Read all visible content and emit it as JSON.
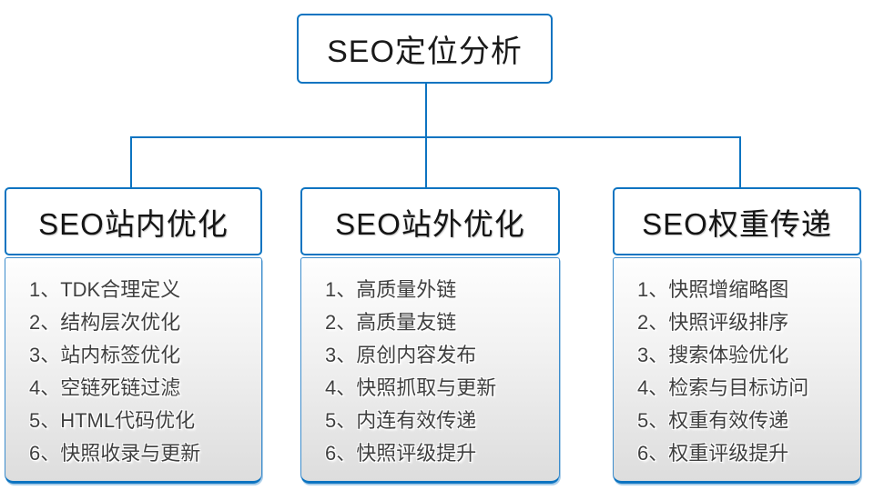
{
  "diagram": {
    "title": "SEO定位分析",
    "colors": {
      "line_blue": "#0d74c1",
      "header_text": "#151515",
      "list_text": "#3f3f3f",
      "list_gradient_top": "#fefefe",
      "list_gradient_bottom": "#dddddd"
    },
    "root": {
      "label": "SEO定位分析"
    },
    "columns": [
      {
        "header": "SEO站内优化",
        "items": [
          "1、TDK合理定义",
          "2、结构层次优化",
          "3、站内标签优化",
          "4、空链死链过滤",
          "5、HTML代码优化",
          "6、快照收录与更新"
        ]
      },
      {
        "header": "SEO站外优化",
        "items": [
          "1、高质量外链",
          "2、高质量友链",
          "3、原创内容发布",
          "4、快照抓取与更新",
          "5、内连有效传递",
          "6、快照评级提升"
        ]
      },
      {
        "header": "SEO权重传递",
        "items": [
          "1、快照增缩略图",
          "2、快照评级排序",
          "3、搜索体验优化",
          "4、检索与目标访问",
          "5、权重有效传递",
          "6、权重评级提升"
        ]
      }
    ]
  }
}
